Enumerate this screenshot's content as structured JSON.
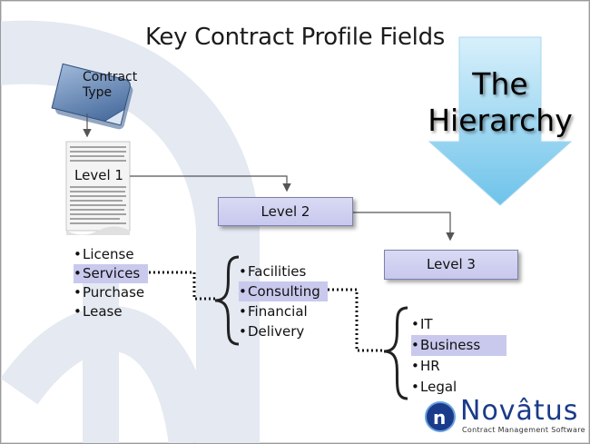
{
  "slide": {
    "title": "Key Contract Profile Fields",
    "hierarchy_line1": "The",
    "hierarchy_line2": "Hierarchy"
  },
  "contract_type": {
    "line1": "Contract",
    "line2": "Type"
  },
  "levels": {
    "level1": "Level 1",
    "level2": "Level 2",
    "level3": "Level 3"
  },
  "level1_items": [
    "License",
    "Services",
    "Purchase",
    "Lease"
  ],
  "level2_items": [
    "Facilities",
    "Consulting",
    "Financial",
    "Delivery"
  ],
  "level3_items": [
    "IT",
    "Business",
    "HR",
    "Legal"
  ],
  "highlighted": {
    "level1": "Services",
    "level2": "Consulting",
    "level3": "Business"
  },
  "logo": {
    "name": "Novâtus",
    "tagline": "Contract Management Software"
  },
  "colors": {
    "level_box": "#c9c9ee",
    "arrow_blue": "#8fd0ee",
    "contract_type_blue": "#5b80ad",
    "logo_blue": "#1a3b8a",
    "watermark": "#e3e8f2"
  }
}
